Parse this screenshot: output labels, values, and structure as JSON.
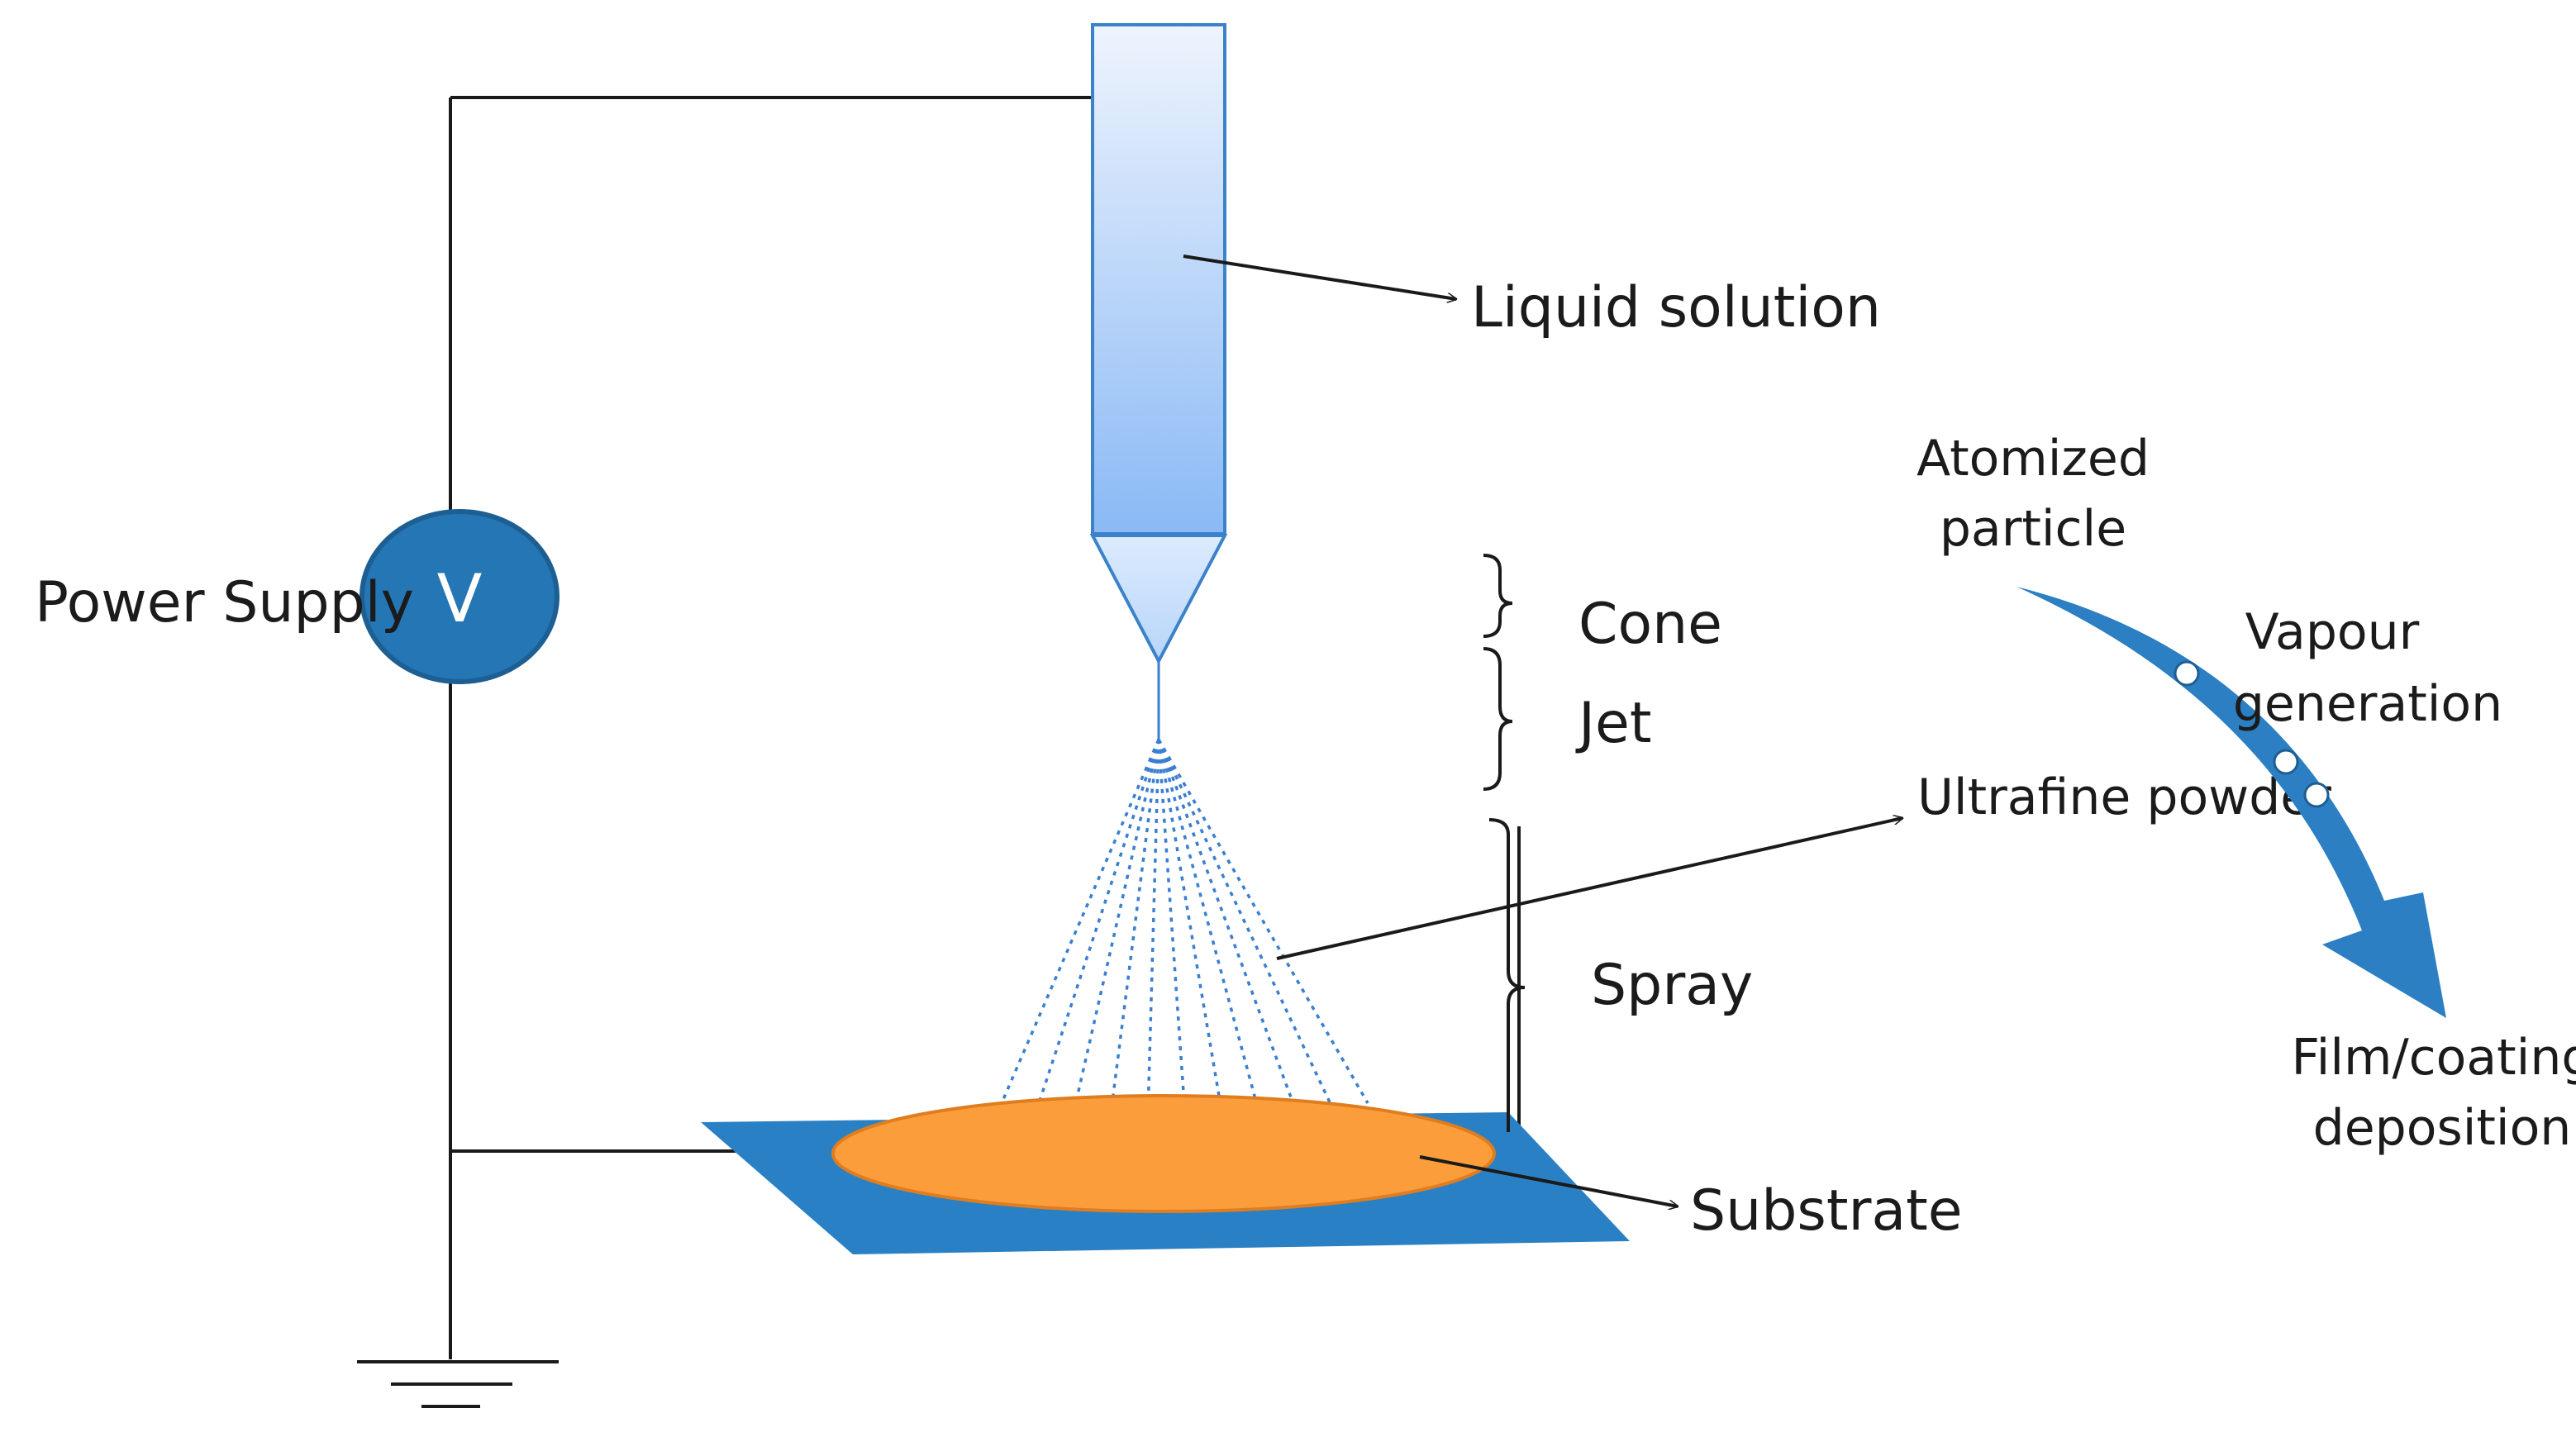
{
  "colors": {
    "wire": "#1a1a1a",
    "voltmeter_fill": "#2476b5",
    "voltmeter_stroke": "#1d5f93",
    "tube_top": "#eef4fd",
    "tube_bottom": "#8ab9f5",
    "tube_stroke": "#3c82c8",
    "spray_dots": "#3a7fd0",
    "substrate_plate": "#2a80c4",
    "substrate_film": "#fc9d3c",
    "arrow_blue": "#2b7fc2"
  },
  "labels": {
    "power_supply": "Power Supply",
    "voltmeter": "V",
    "liquid_solution": "Liquid solution",
    "cone": "Cone",
    "jet": "Jet",
    "spray": "Spray",
    "ultrafine_powder": "Ultrafine powder",
    "substrate": "Substrate",
    "atomized_particle_line1": "Atomized",
    "atomized_particle_line2": "particle",
    "vapour_generation_line1": "Vapour",
    "vapour_generation_line2": "generation",
    "film_deposition_line1": "Film/coating",
    "film_deposition_line2": "deposition"
  }
}
